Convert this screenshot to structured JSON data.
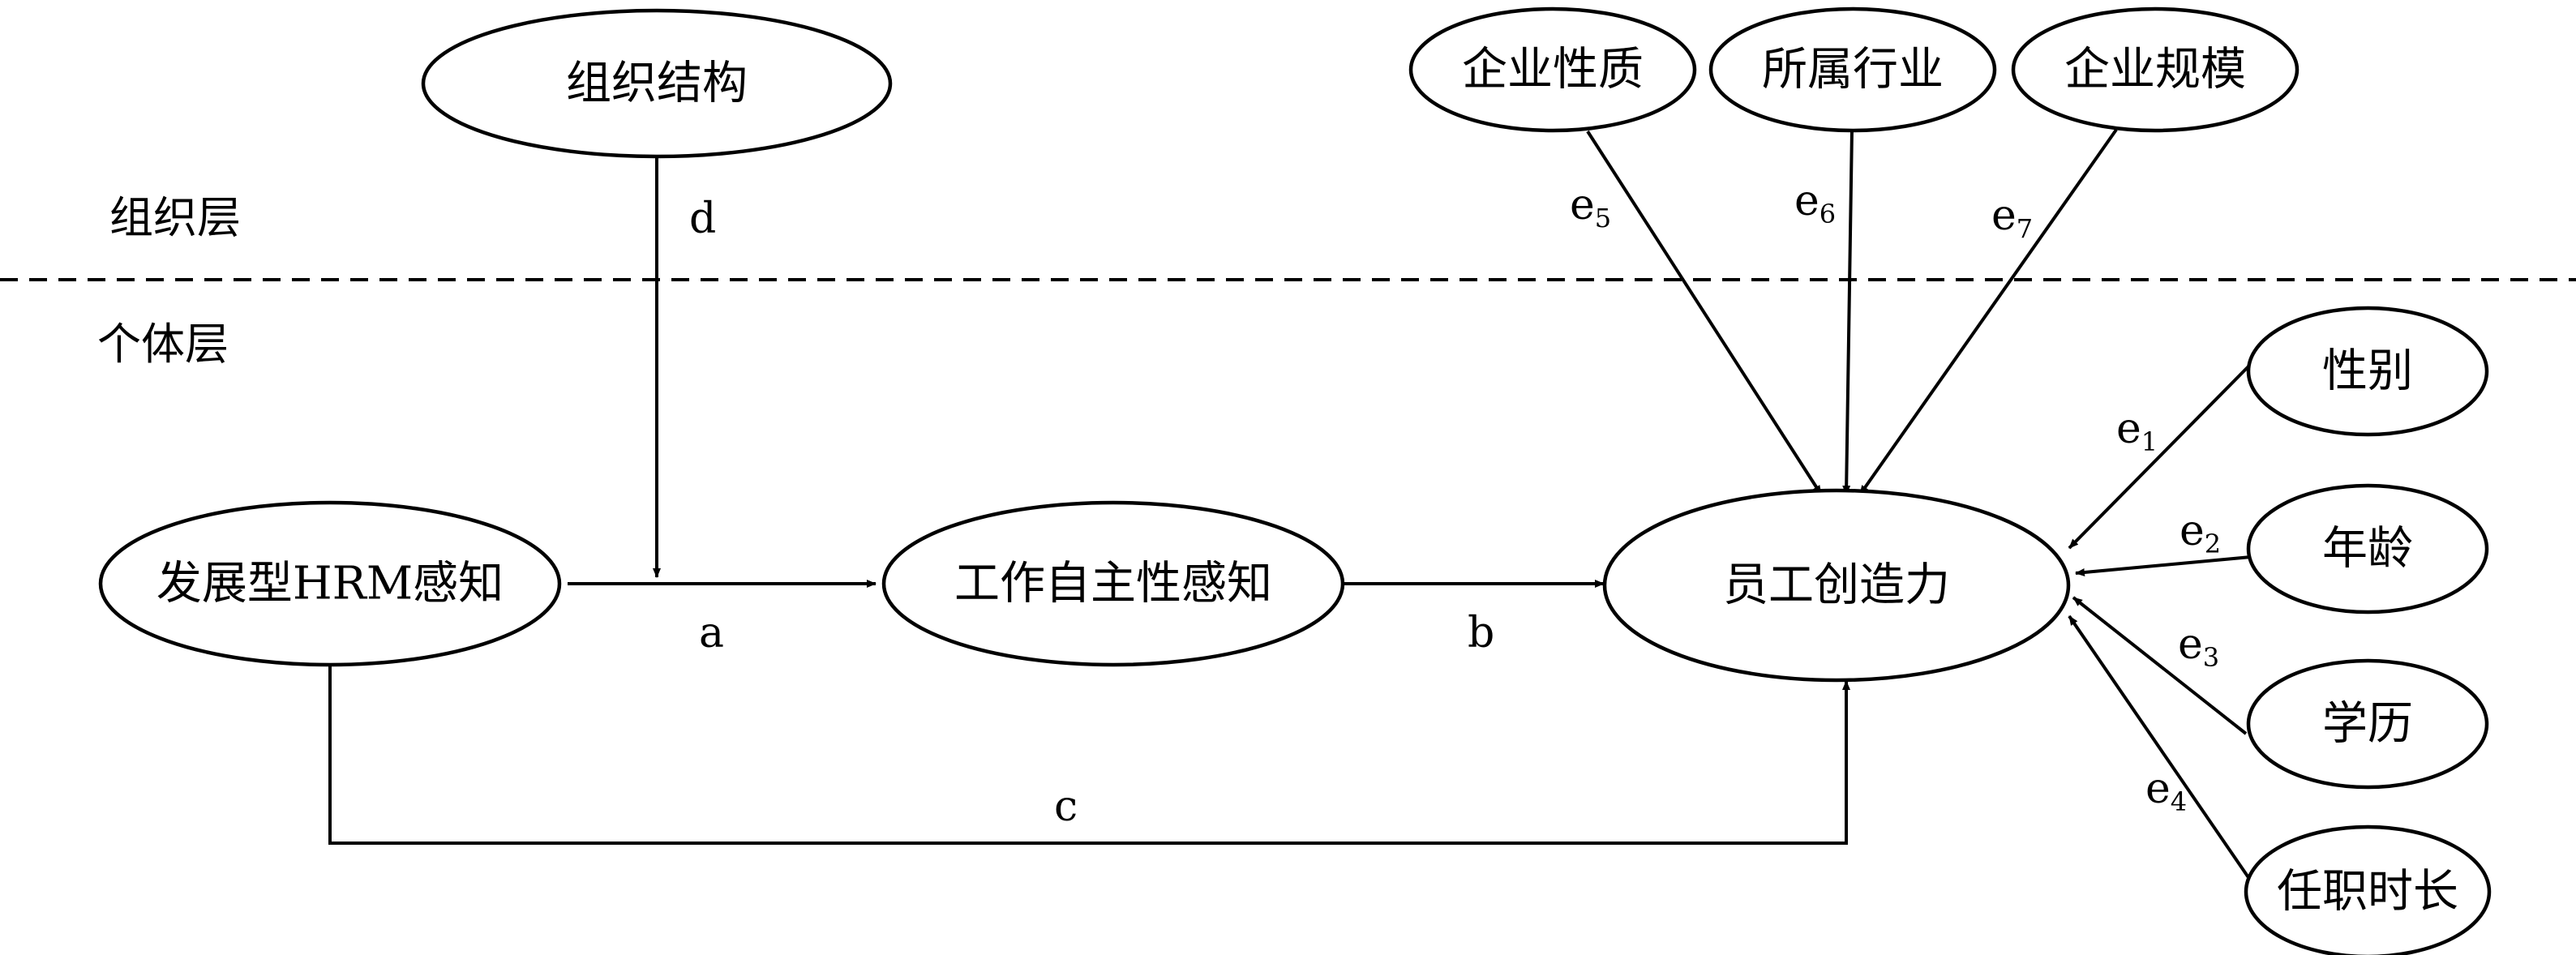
{
  "layers": {
    "organization": "组织层",
    "individual": "个体层"
  },
  "nodes": {
    "org_structure": "组织结构",
    "dev_hrm": "发展型HRM感知",
    "work_autonomy": "工作自主性感知",
    "creativity": "员工创造力",
    "firm_nature": "企业性质",
    "industry": "所属行业",
    "firm_size": "企业规模",
    "gender": "性别",
    "age": "年龄",
    "education": "学历",
    "tenure": "任职时长"
  },
  "paths": {
    "a": "a",
    "b": "b",
    "c": "c",
    "d": "d"
  },
  "error_terms": [
    {
      "base": "e",
      "index": "1"
    },
    {
      "base": "e",
      "index": "2"
    },
    {
      "base": "e",
      "index": "3"
    },
    {
      "base": "e",
      "index": "4"
    },
    {
      "base": "e",
      "index": "5"
    },
    {
      "base": "e",
      "index": "6"
    },
    {
      "base": "e",
      "index": "7"
    }
  ]
}
